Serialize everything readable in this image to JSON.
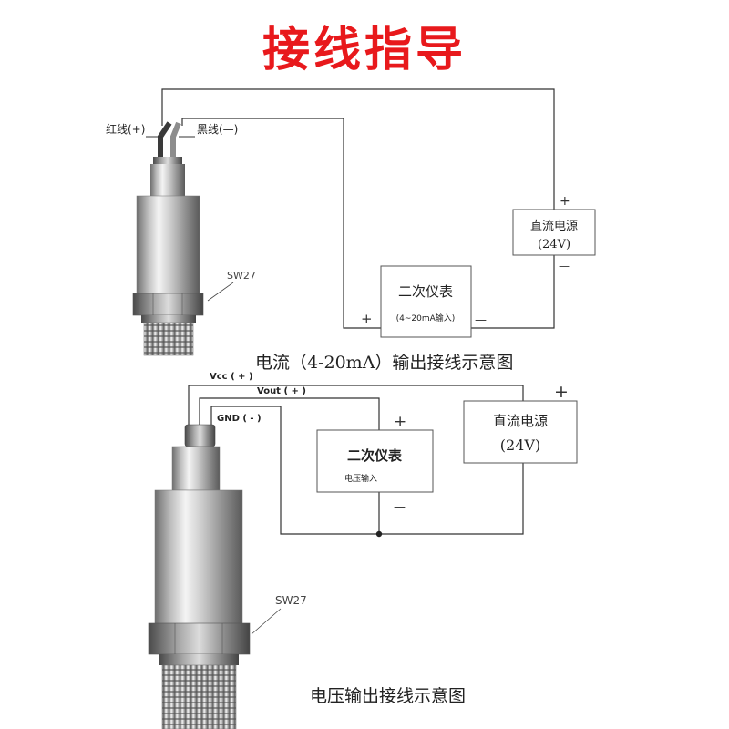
{
  "title": "接线指导",
  "diagram1": {
    "red_wire_label": "红线(+)",
    "black_wire_label": "黑线(—)",
    "hex_label": "SW27",
    "meter_title": "二次仪表",
    "meter_sub": "(4~20mA输入)",
    "meter_plus": "+",
    "meter_minus": "—",
    "psu_title": "直流电源",
    "psu_voltage": "(24V)",
    "psu_plus": "+",
    "psu_minus": "—",
    "caption": "电流（4-20mA）输出接线示意图"
  },
  "diagram2": {
    "vcc_label": "Vcc ( + )",
    "vout_label": "Vout ( + )",
    "gnd_label": "GND ( - )",
    "hex_label": "SW27",
    "meter_title": "二次仪表",
    "meter_sub": "电压输入",
    "meter_plus": "+",
    "meter_minus": "—",
    "psu_title": "直流电源",
    "psu_voltage": "(24V)",
    "psu_plus": "+",
    "psu_minus": "—",
    "caption": "电压输出接线示意图"
  },
  "colors": {
    "title": "#e8191c",
    "line": "#333333"
  }
}
